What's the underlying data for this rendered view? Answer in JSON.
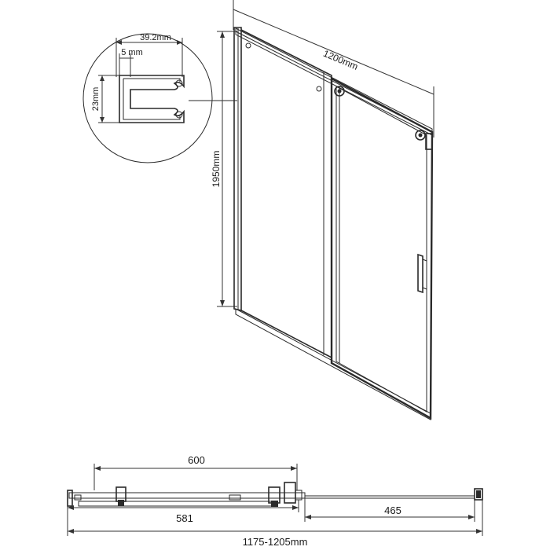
{
  "detail": {
    "width_label": "39.2mm",
    "inner_label": "5 mm",
    "height_label": "23mm"
  },
  "elevation": {
    "width_label": "1200mm",
    "height_label": "1950mm"
  },
  "plan": {
    "top_label": "600",
    "left_label": "581",
    "right_label": "465",
    "total_label": "1175-1205mm"
  },
  "colors": {
    "line": "#2a2a2a",
    "background": "#ffffff"
  }
}
